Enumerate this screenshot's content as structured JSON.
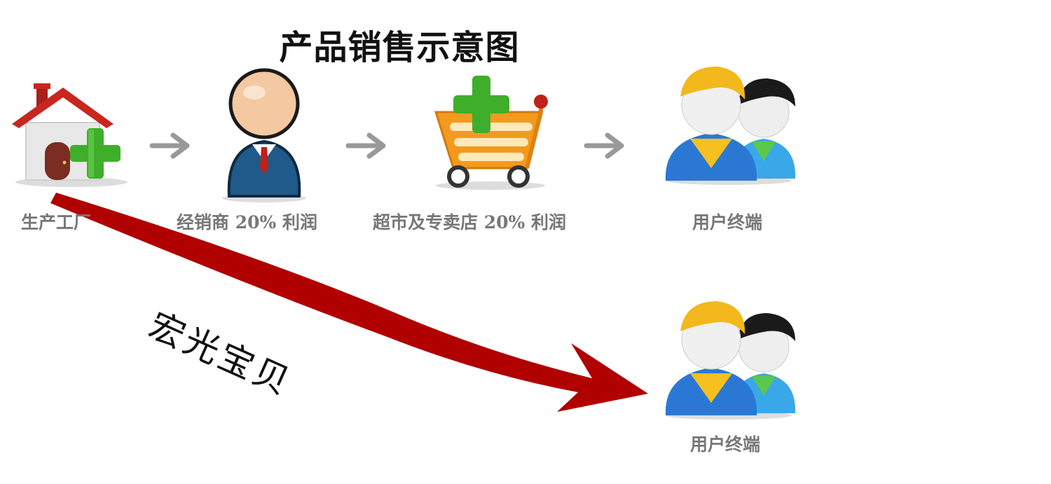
{
  "title": "产品销售示意图",
  "nodes": [
    {
      "id": "factory",
      "label": "生产工厂",
      "icon": "factory-house-icon"
    },
    {
      "id": "distributor",
      "label": "经销商 20% 利润",
      "icon": "businessman-icon"
    },
    {
      "id": "retail",
      "label": "超市及专卖店 20% 利润",
      "icon": "shopping-cart-icon"
    },
    {
      "id": "end-user-top",
      "label": "用户终端",
      "icon": "users-icon"
    },
    {
      "id": "end-user-bottom",
      "label": "用户终端",
      "icon": "users-icon"
    }
  ],
  "direct_channel": {
    "label": "宏光宝贝",
    "color": "#b00000"
  },
  "colors": {
    "flow_arrow": "#999999",
    "plus_green": "#3fae2a",
    "roof_red": "#c8261e"
  }
}
